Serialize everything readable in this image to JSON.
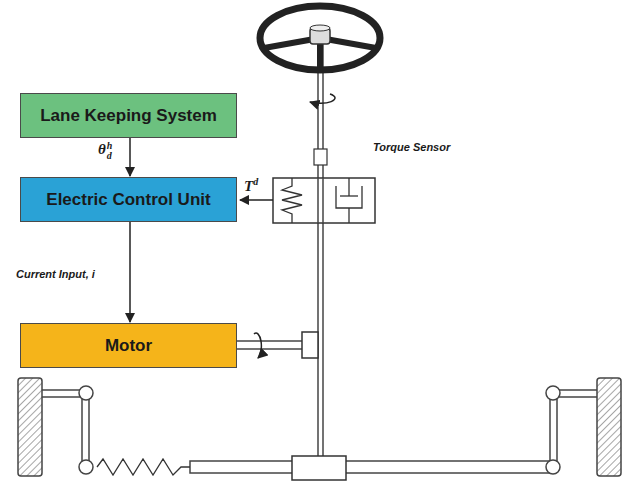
{
  "diagram": {
    "nodes": [
      {
        "text": [
          "Lane Keeping System"
        ]
      },
      {
        "text": [
          "Electric Control Unit"
        ]
      },
      {
        "text": [
          "Motor"
        ]
      }
    ],
    "edges": [
      {
        "from": 0,
        "to": 1,
        "arrow": "to",
        "label": "θdh"
      },
      {
        "from": 1,
        "to": 2,
        "arrow": "to",
        "label": "Current Input, i"
      }
    ],
    "labels": [
      "Torque Sensor",
      "Td"
    ]
  }
}
